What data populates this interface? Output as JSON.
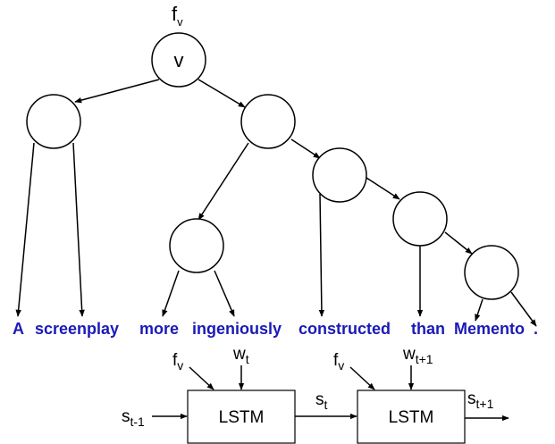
{
  "tree": {
    "root_label": "v",
    "root_feature": {
      "base": "f",
      "sub": "v"
    }
  },
  "sentence": {
    "words": [
      "A",
      "screenplay",
      "more",
      "ingeniously",
      "constructed",
      "than",
      "Memento",
      "."
    ],
    "color": "#1a1ab8"
  },
  "lstm": {
    "cells": [
      {
        "label": "LSTM",
        "input_feature": {
          "base": "f",
          "sub": "v"
        },
        "input_word": {
          "base": "w",
          "sub": "t"
        },
        "input_state": {
          "base": "s",
          "sub": "t-1"
        }
      },
      {
        "label": "LSTM",
        "input_feature": {
          "base": "f",
          "sub": "v"
        },
        "input_word": {
          "base": "w",
          "sub": "t+1"
        },
        "input_state": {
          "base": "s",
          "sub": "t"
        }
      }
    ],
    "output_state": {
      "base": "s",
      "sub": "t+1"
    }
  }
}
